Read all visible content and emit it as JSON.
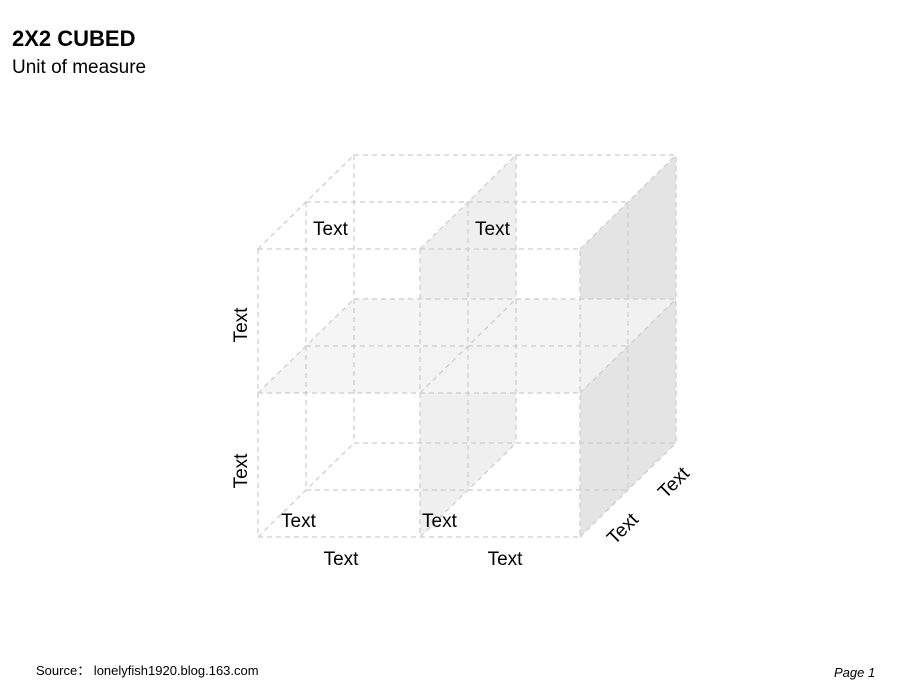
{
  "header": {
    "title": "2X2 CUBED",
    "subtitle": "Unit of measure"
  },
  "diagram": {
    "top_labels": [
      "Text",
      "Text"
    ],
    "left_labels": [
      "Text",
      "Text"
    ],
    "bottom_inner_labels": [
      "Text",
      "Text"
    ],
    "bottom_labels": [
      "Text",
      "Text"
    ],
    "depth_labels": [
      "Text",
      "Text"
    ],
    "colors": {
      "dashed_edge": "#cccccc",
      "shaded_plane": "#e4e4e4",
      "light_plane": "#f1f1f1"
    }
  },
  "footer": {
    "source": "Source： lonelyfish1920.blog.163.com",
    "page": "Page 1"
  }
}
